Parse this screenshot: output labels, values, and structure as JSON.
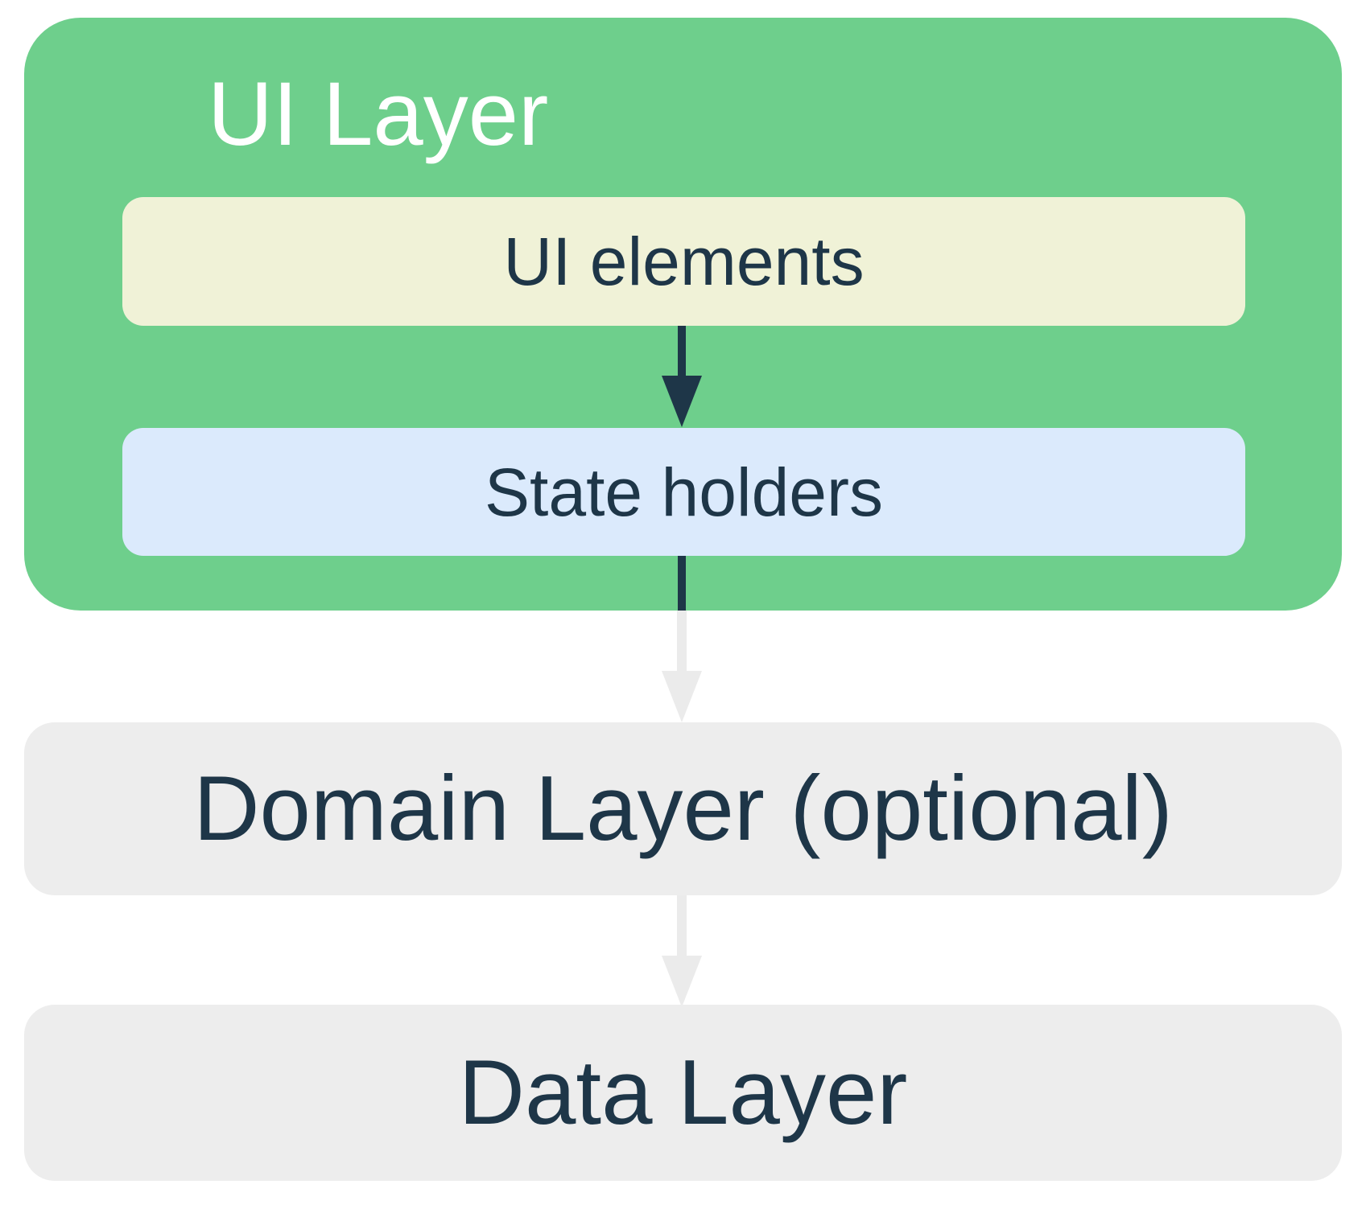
{
  "diagram": {
    "ui_layer": {
      "title": "UI Layer",
      "children": [
        {
          "label": "UI elements"
        },
        {
          "label": "State holders"
        }
      ]
    },
    "domain_layer": {
      "label": "Domain Layer (optional)"
    },
    "data_layer": {
      "label": "Data Layer"
    },
    "connections": [
      {
        "from": "UI elements",
        "to": "State holders",
        "style": "solid-navy"
      },
      {
        "from": "State holders",
        "to": "Domain Layer (optional)",
        "style": "navy-to-gray"
      },
      {
        "from": "Domain Layer (optional)",
        "to": "Data Layer",
        "style": "solid-gray"
      }
    ]
  },
  "colors": {
    "green_container": "#6ECF8C",
    "cream_box": "#F0F2D7",
    "blue_box": "#DBEAFC",
    "gray_box": "#EDEDED",
    "gray_arrow": "#EBEBEB",
    "navy": "#1E3648",
    "white": "#FFFFFF",
    "page_background": "#FFFFFF"
  }
}
